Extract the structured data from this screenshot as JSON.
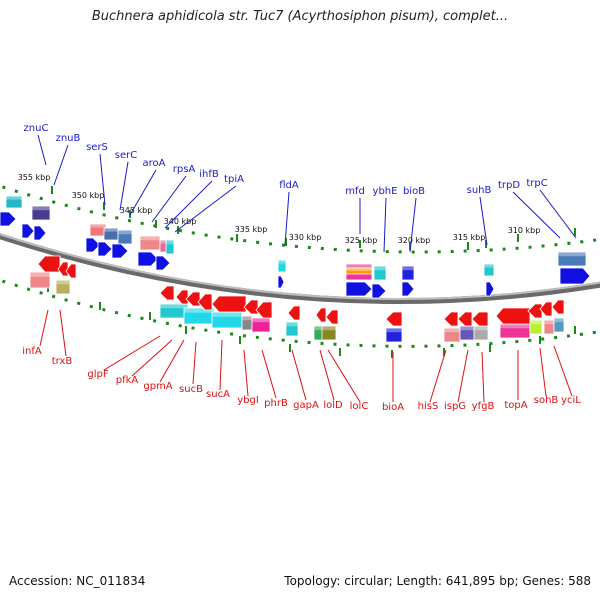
{
  "title": "Buchnera aphidicola str. Tuc7 (Acyrthosiphon pisum), complet...",
  "footer": {
    "accession": "Accession: NC_011834",
    "topology": "Topology: circular; Length: 641,895 bp; Genes: 588"
  },
  "colors": {
    "forward_label": "#1a1acc",
    "reverse_label": "#dd1111",
    "forward_arrow": "#1010e0",
    "reverse_arrow": "#ee1111",
    "backbone": "#8a8a8a",
    "tick": "#1a8a1a"
  },
  "ruler": {
    "top_ticks": [
      "355 kbp",
      "350 kbp",
      "345 kbp",
      "340 kbp",
      "335 kbp",
      "330 kbp",
      "325 kbp",
      "320 kbp",
      "315 kbp",
      "310 kbp"
    ]
  },
  "genes": {
    "forward": [
      "znuC",
      "znuB",
      "serS",
      "serC",
      "aroA",
      "rpsA",
      "ihfB",
      "tpiA",
      "fldA",
      "mfd",
      "ybhE",
      "bioB",
      "suhB",
      "trpD",
      "trpC"
    ],
    "reverse": [
      "infA",
      "trxB",
      "glpF",
      "pfkA",
      "gpmA",
      "sucB",
      "sucA",
      "ybgI",
      "phrB",
      "gapA",
      "lolD",
      "lolC",
      "bioA",
      "hisS",
      "ispG",
      "yfgB",
      "topA",
      "sohB",
      "yciL"
    ]
  }
}
